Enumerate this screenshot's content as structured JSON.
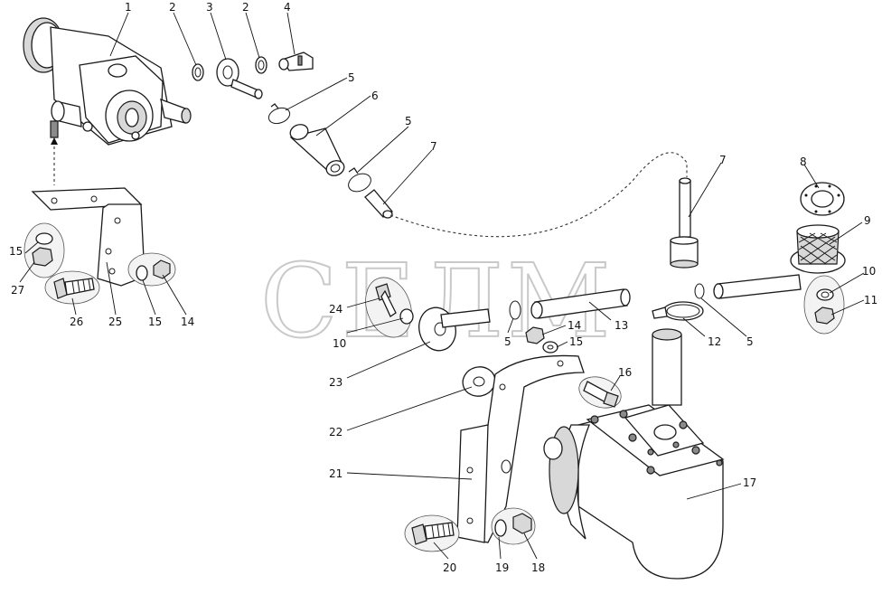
{
  "watermark": "СЕЛМ",
  "callouts": {
    "c1": "1",
    "c2a": "2",
    "c2b": "2",
    "c3": "3",
    "c4": "4",
    "c5a": "5",
    "c5b": "5",
    "c5c": "5",
    "c5d": "5",
    "c6": "6",
    "c7a": "7",
    "c7b": "7",
    "c8": "8",
    "c9": "9",
    "c10a": "10",
    "c10b": "10",
    "c11": "11",
    "c12": "12",
    "c13": "13",
    "c14a": "14",
    "c14b": "14",
    "c15a": "15",
    "c15b": "15",
    "c15c": "15",
    "c16": "16",
    "c17": "17",
    "c18": "18",
    "c19": "19",
    "c20": "20",
    "c21": "21",
    "c22": "22",
    "c23": "23",
    "c24": "24",
    "c25": "25",
    "c26": "26",
    "c27": "27"
  }
}
